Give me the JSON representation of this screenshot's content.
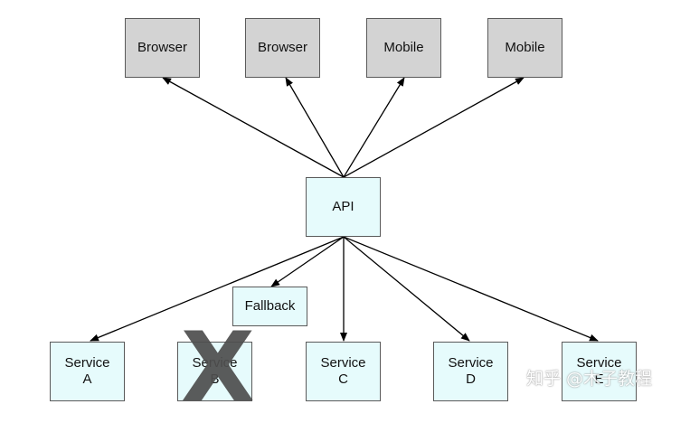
{
  "clients": [
    {
      "label": "Browser"
    },
    {
      "label": "Browser"
    },
    {
      "label": "Mobile"
    },
    {
      "label": "Mobile"
    }
  ],
  "gateway": {
    "label": "API"
  },
  "fallback": {
    "label": "Fallback"
  },
  "services": [
    {
      "line1": "Service",
      "line2": "A"
    },
    {
      "line1": "Service",
      "line2": "B",
      "status": "failed"
    },
    {
      "line1": "Service",
      "line2": "C"
    },
    {
      "line1": "Service",
      "line2": "D"
    },
    {
      "line1": "Service",
      "line2": "E"
    }
  ],
  "failed_mark": "X",
  "watermark": "知乎 @木子教程",
  "colors": {
    "client_fill": "#d3d3d3",
    "service_fill": "#e6fbfc",
    "border": "#5a5a5a",
    "edge": "#000000",
    "failed_mark": "#4f4f4f"
  }
}
